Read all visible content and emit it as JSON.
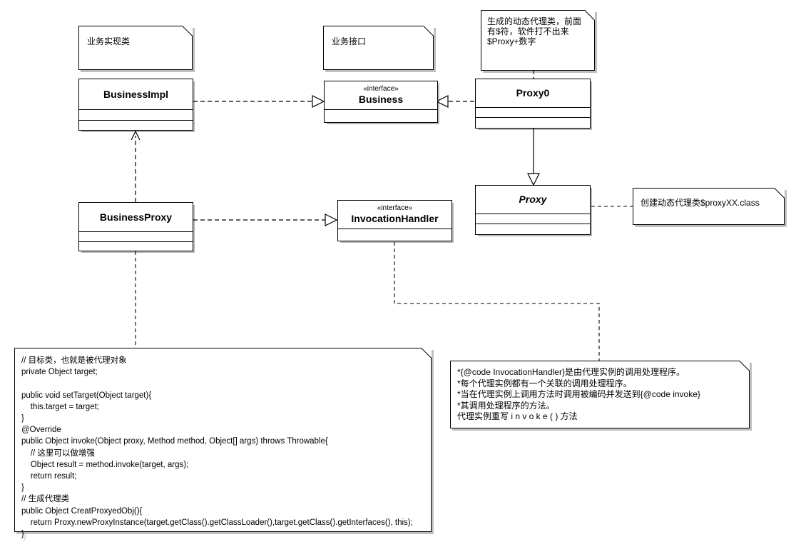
{
  "diagram": {
    "title": "Java Dynamic Proxy UML class diagram",
    "notes": {
      "business_impl_note": "业务实现类",
      "business_iface_note": "业务接口",
      "proxy0_note": "生成的动态代理类，前面\n有$符，软件打不出来\n$Proxy+数字",
      "proxy_note": "创建动态代理类$proxyXX.class",
      "handler_note": "*{@code InvocationHandler}是由代理实例的调用处理程序。\n*每个代理实例都有一个关联的调用处理程序。\n*当在代理实例上调用方法时调用被编码并发送到{@code invoke}\n*其调用处理程序的方法。\n代理实例重写 i n v o k e ( ) 方法",
      "code_note": "// 目标类，也就是被代理对象\nprivate Object target;\n\npublic void setTarget(Object target){\n    this.target = target;\n}\n@Override\npublic Object invoke(Object proxy, Method method, Object[] args) throws Throwable{\n    // 这里可以做增强\n    Object result = method.invoke(target, args);\n    return result;\n}\n// 生成代理类\npublic Object CreatProxyedObj(){\n    return Proxy.newProxyInstance(target.getClass().getClassLoader(),target.getClass().getInterfaces(), this);\n}"
    },
    "classes": {
      "business_impl": {
        "name": "BusinessImpl",
        "stereotype": "",
        "abstract": false
      },
      "business": {
        "name": "Business",
        "stereotype": "«interface»",
        "abstract": false
      },
      "proxy0": {
        "name": "Proxy0",
        "stereotype": "",
        "abstract": false
      },
      "proxy": {
        "name": "Proxy",
        "stereotype": "",
        "abstract": true
      },
      "business_proxy": {
        "name": "BusinessProxy",
        "stereotype": "",
        "abstract": false
      },
      "invocation_handler": {
        "name": "InvocationHandler",
        "stereotype": "«interface»",
        "abstract": false
      }
    },
    "colors": {
      "stroke": "#000000",
      "fill": "#ffffff",
      "shadow": "#cccccc"
    }
  }
}
